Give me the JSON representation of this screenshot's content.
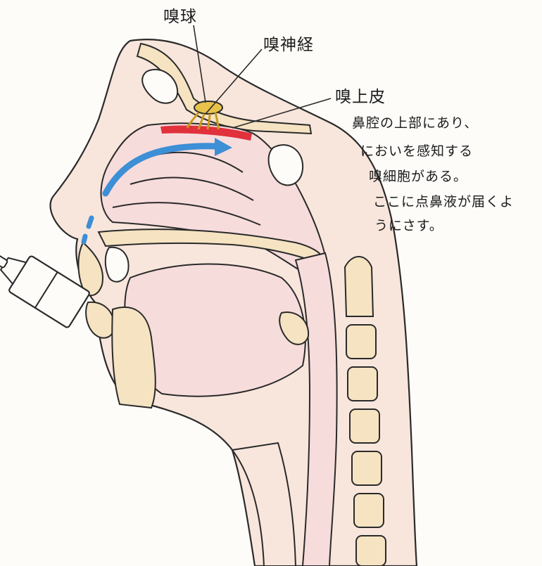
{
  "labels": {
    "olfactory_bulb": "嗅球",
    "olfactory_nerve": "嗅神経",
    "olfactory_epithelium": "嗅上皮"
  },
  "note": {
    "lines": [
      "鼻腔の上部にあり、",
      "においを感知する",
      "嗅細胞がある。",
      "ここに点鼻液が届くよ",
      "うにさす。"
    ]
  },
  "colors": {
    "outline": "#2a2a2a",
    "bone_fill": "#f5e3c2",
    "cavity_fill": "#f7dcdc",
    "epithelium": "#e0313c",
    "airflow_arrow": "#3d8fd6",
    "olfactory_nerve": "#e8c24a"
  },
  "icons": {
    "airflow": "arrow-icon",
    "nasal_spray": "spray-bottle-icon"
  }
}
